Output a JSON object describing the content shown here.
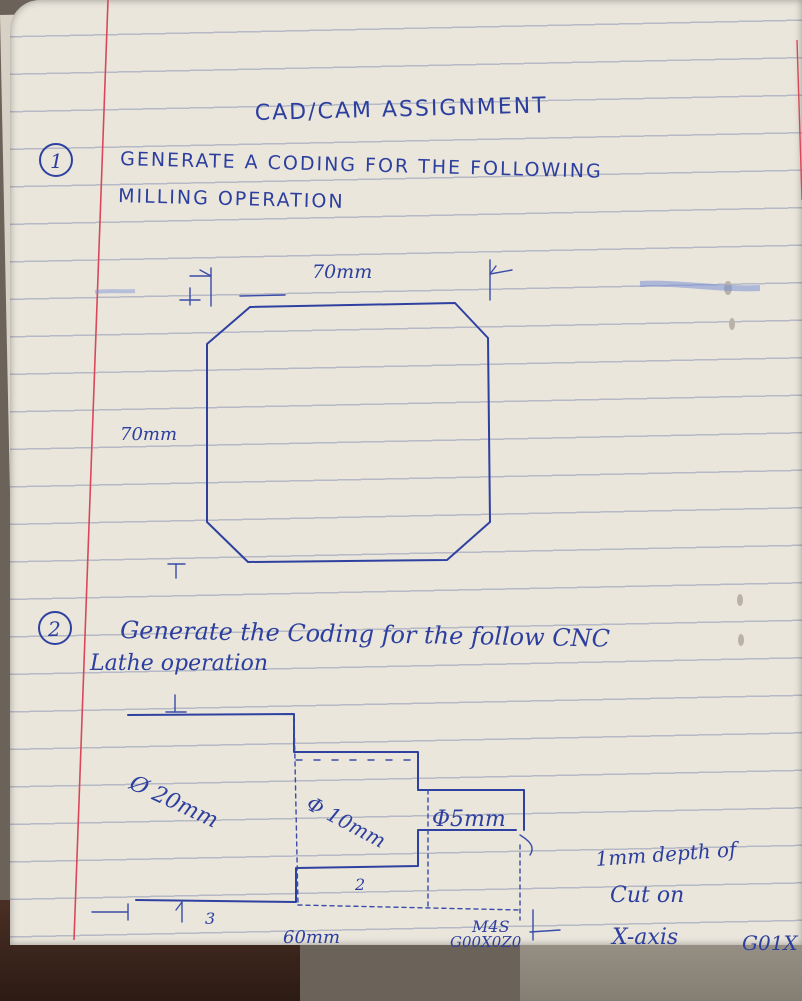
{
  "heading": "CAD/CAM ASSIGNMENT",
  "q1": {
    "number": "1",
    "line1": "GENERATE A CODING FOR THE FOLLOWING",
    "line2": "MILLING OPERATION",
    "dim_width": "70mm",
    "dim_height": "70mm"
  },
  "q2": {
    "number": "2",
    "line1": "Generate the Coding for the follow CNC",
    "line2": "Lathe operation",
    "dia_large": "Ø 20mm",
    "dia_mid": "Φ 10mm",
    "dia_small": "Φ5mm",
    "step_2": "2",
    "step_3": "3",
    "len_60": "60mm",
    "code_m4s": "M4S",
    "code_g00": "G00X0Z0",
    "note_line1": "1mm depth of",
    "note_line2": "Cut on",
    "note_line3": "X-axis",
    "note_line4": "G01X"
  }
}
